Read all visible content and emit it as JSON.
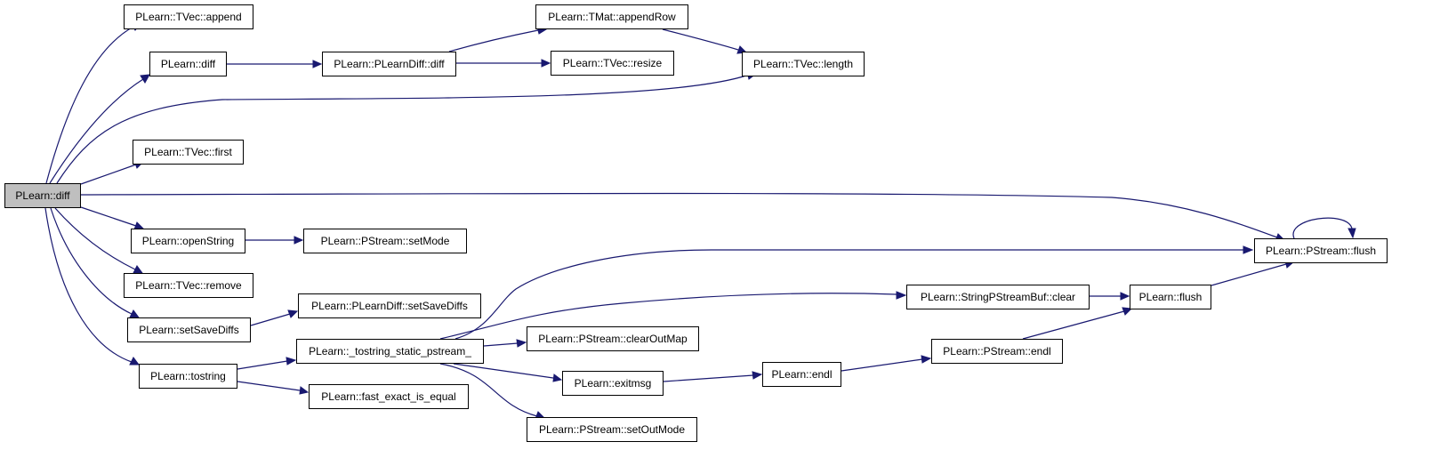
{
  "graph": {
    "edge_color": "#191970",
    "root_fill": "#bfbfbf",
    "node_fill": "#ffffff",
    "nodes": {
      "root": "PLearn::diff",
      "append": "PLearn::TVec::append",
      "diff2": "PLearn::diff",
      "first": "PLearn::TVec::first",
      "open": "PLearn::openString",
      "remove": "PLearn::TVec::remove",
      "ssd": "PLearn::setSaveDiffs",
      "tostr": "PLearn::tostring",
      "pld": "PLearn::PLearnDiff::diff",
      "setm": "PLearn::PStream::setMode",
      "ssd2": "PLearn::PLearnDiff::setSaveDiffs",
      "tsp": "PLearn::_tostring_static_pstream_",
      "fei": "PLearn::fast_exact_is_equal",
      "apr": "PLearn::TMat::appendRow",
      "resize": "PLearn::TVec::resize",
      "length": "PLearn::TVec::length",
      "com": "PLearn::PStream::clearOutMap",
      "exit": "PLearn::exitmsg",
      "som": "PLearn::PStream::setOutMode",
      "endl": "PLearn::endl",
      "spb": "PLearn::StringPStreamBuf::clear",
      "pendl": "PLearn::PStream::endl",
      "flush": "PLearn::flush",
      "pflush": "PLearn::PStream::flush"
    },
    "edges": [
      [
        "root",
        "append"
      ],
      [
        "root",
        "diff2"
      ],
      [
        "root",
        "length"
      ],
      [
        "root",
        "first"
      ],
      [
        "root",
        "pflush"
      ],
      [
        "root",
        "open"
      ],
      [
        "root",
        "remove"
      ],
      [
        "root",
        "ssd"
      ],
      [
        "root",
        "tostr"
      ],
      [
        "diff2",
        "pld"
      ],
      [
        "pld",
        "apr"
      ],
      [
        "pld",
        "resize"
      ],
      [
        "apr",
        "length"
      ],
      [
        "open",
        "setm"
      ],
      [
        "ssd",
        "ssd2"
      ],
      [
        "tostr",
        "tsp"
      ],
      [
        "tostr",
        "fei"
      ],
      [
        "tsp",
        "pflush"
      ],
      [
        "tsp",
        "spb"
      ],
      [
        "tsp",
        "com"
      ],
      [
        "tsp",
        "exit"
      ],
      [
        "tsp",
        "som"
      ],
      [
        "spb",
        "flush"
      ],
      [
        "exit",
        "endl"
      ],
      [
        "endl",
        "pendl"
      ],
      [
        "pendl",
        "flush"
      ],
      [
        "flush",
        "pflush"
      ],
      [
        "pflush",
        "pflush"
      ]
    ]
  }
}
